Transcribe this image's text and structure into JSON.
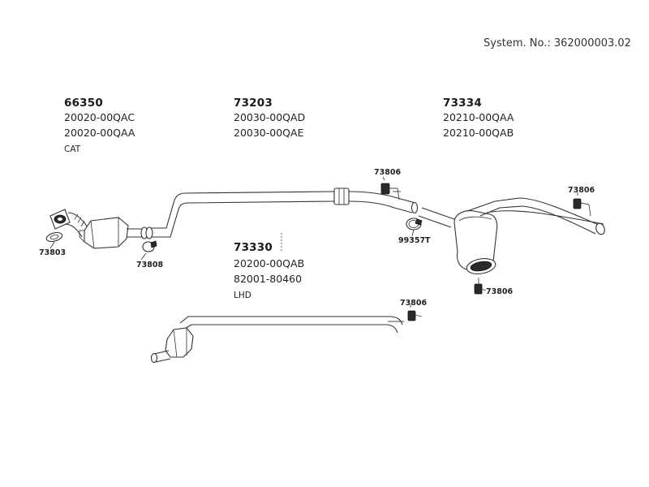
{
  "system_number": "System. No.: 362000003.02",
  "assemblies": [
    {
      "part": "66350",
      "codes": [
        "20020-00QAC",
        "20020-00QAA"
      ],
      "note": "CAT"
    },
    {
      "part": "73203",
      "codes": [
        "20030-00QAD",
        "20030-00QAE"
      ],
      "note": ""
    },
    {
      "part": "73334",
      "codes": [
        "20210-00QAA",
        "20210-00QAB"
      ],
      "note": ""
    },
    {
      "part": "73330",
      "codes": [
        "20200-00QAB",
        "82001-80460"
      ],
      "note": "LHD"
    }
  ],
  "callouts": {
    "gasket": "73803",
    "front_clamp": "73808",
    "mount_top": "73806",
    "clamp_center": "99357T",
    "mount_right": "73806",
    "mount_muffler": "73806",
    "mount_lower": "73806"
  }
}
